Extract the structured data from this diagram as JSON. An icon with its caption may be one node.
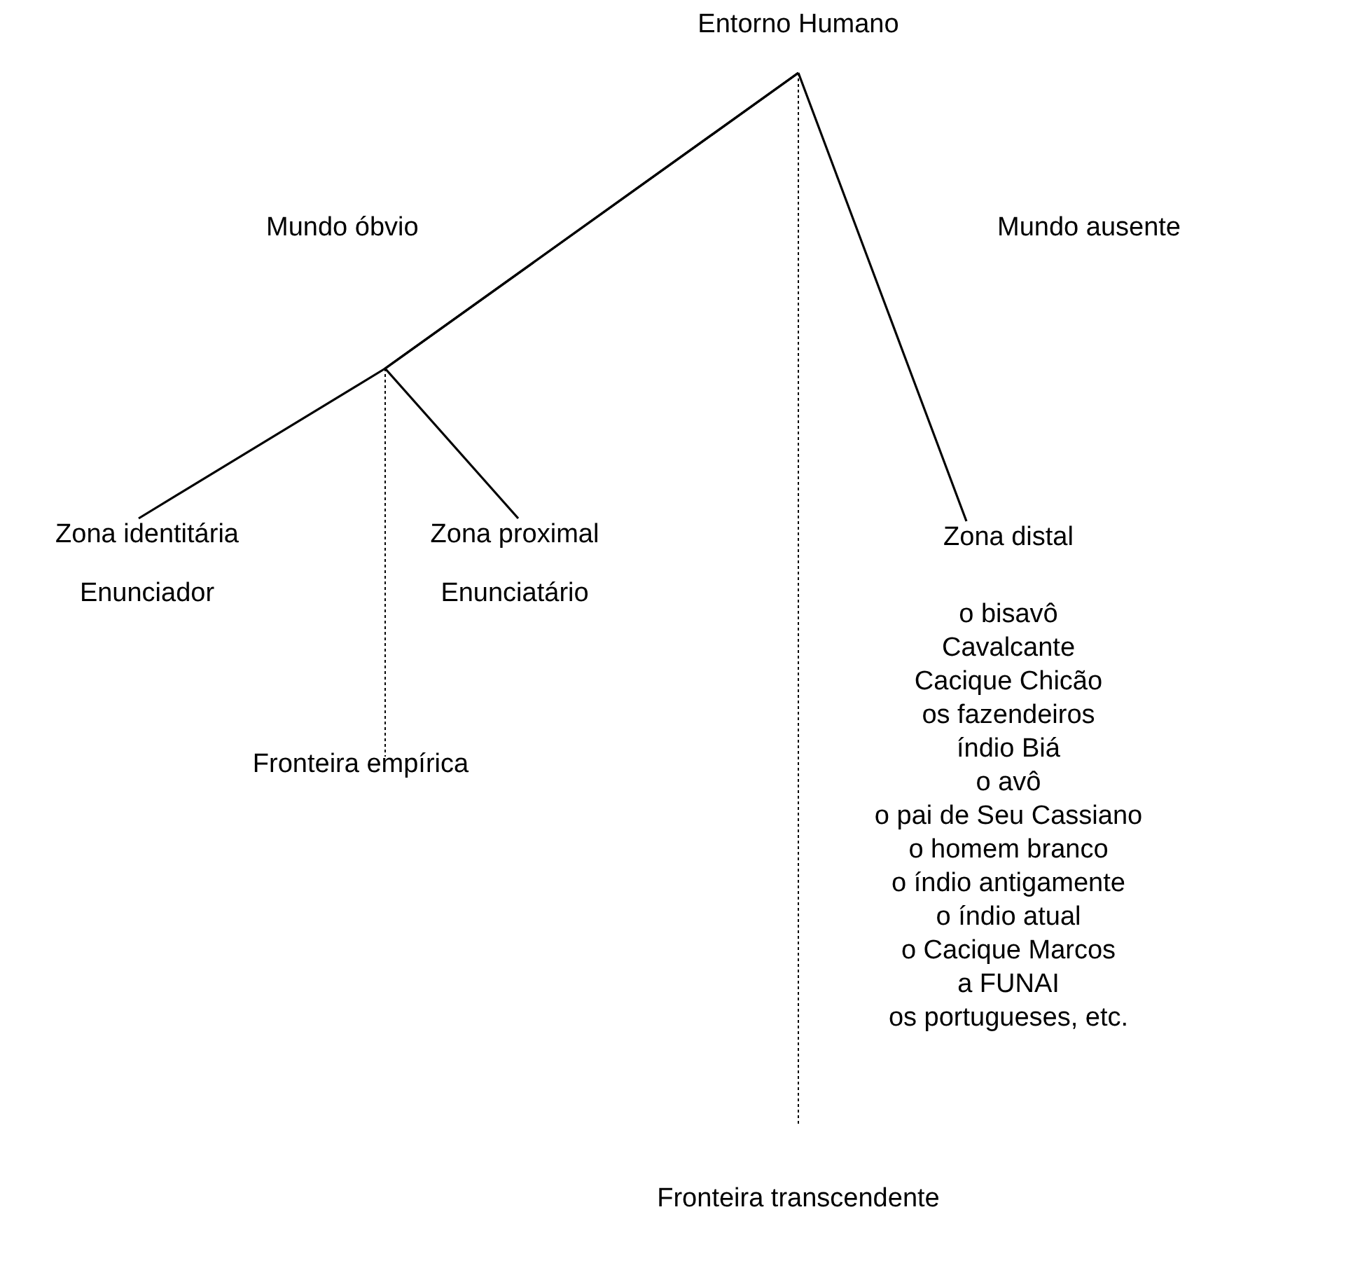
{
  "diagram": {
    "nodes": [
      {
        "text": [
          "Entorno Humano"
        ]
      },
      {
        "text": [
          "Zona identitária"
        ],
        "beside": [
          "Enunciador"
        ]
      },
      {
        "text": [
          "Zona proximal"
        ],
        "beside": [
          "Enunciatário"
        ]
      },
      {
        "text": [
          "Zona distal"
        ],
        "beside": [
          "o bisavô",
          "Cavalcante",
          "Cacique Chicão",
          "os fazendeiros",
          "índio Biá",
          "o avô",
          "o pai de Seu Cassiano",
          "o homem branco",
          "o índio antigamente",
          "o índio atual",
          "o Cacique Marcos",
          "a FUNAI",
          "os portugueses, etc."
        ]
      },
      {
        "text": [
          "Fronteira empírica"
        ]
      },
      {
        "text": [
          "Fronteira transcendente"
        ]
      }
    ],
    "edges": [
      {
        "from": 0,
        "to": 1,
        "arrow": "none",
        "label": "Mundo óbvio"
      },
      {
        "from": 0,
        "to": 2,
        "arrow": "none"
      },
      {
        "from": 0,
        "to": 3,
        "arrow": "none",
        "label": "Mundo ausente"
      },
      {
        "from": null,
        "to": 4,
        "arrow": "none",
        "style": "dashed"
      },
      {
        "from": 0,
        "to": 5,
        "arrow": "none",
        "style": "dashed"
      }
    ]
  }
}
